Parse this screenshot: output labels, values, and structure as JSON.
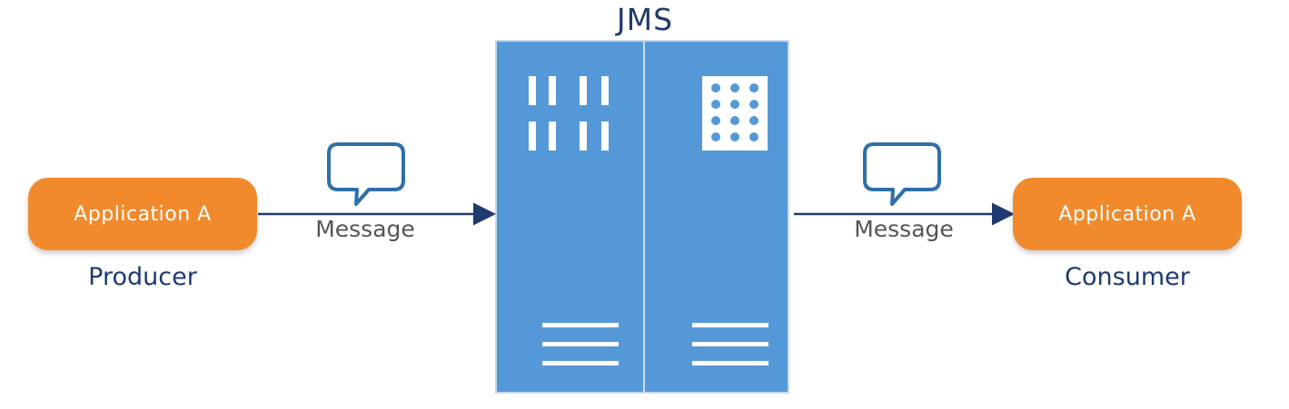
{
  "diagram": {
    "title": "JMS",
    "producer": {
      "app_label": "Application  A",
      "role_label": "Producer"
    },
    "consumer": {
      "app_label": "Application  A",
      "role_label": "Consumer"
    },
    "message_left": "Message",
    "message_right": "Message",
    "icons": {
      "left_bubble": "speech-bubble-icon",
      "right_bubble": "speech-bubble-icon",
      "server_bars": "vertical-bars-icon",
      "server_dots": "dot-grid-icon",
      "server_lines_left": "horizontal-lines-icon",
      "server_lines_right": "horizontal-lines-icon"
    },
    "colors": {
      "app_box": "#f08a2c",
      "server": "#5598d8",
      "arrow": "#1f3a6e",
      "text_dark": "#1f3a6e",
      "bubble_stroke": "#2f6fa8"
    }
  }
}
